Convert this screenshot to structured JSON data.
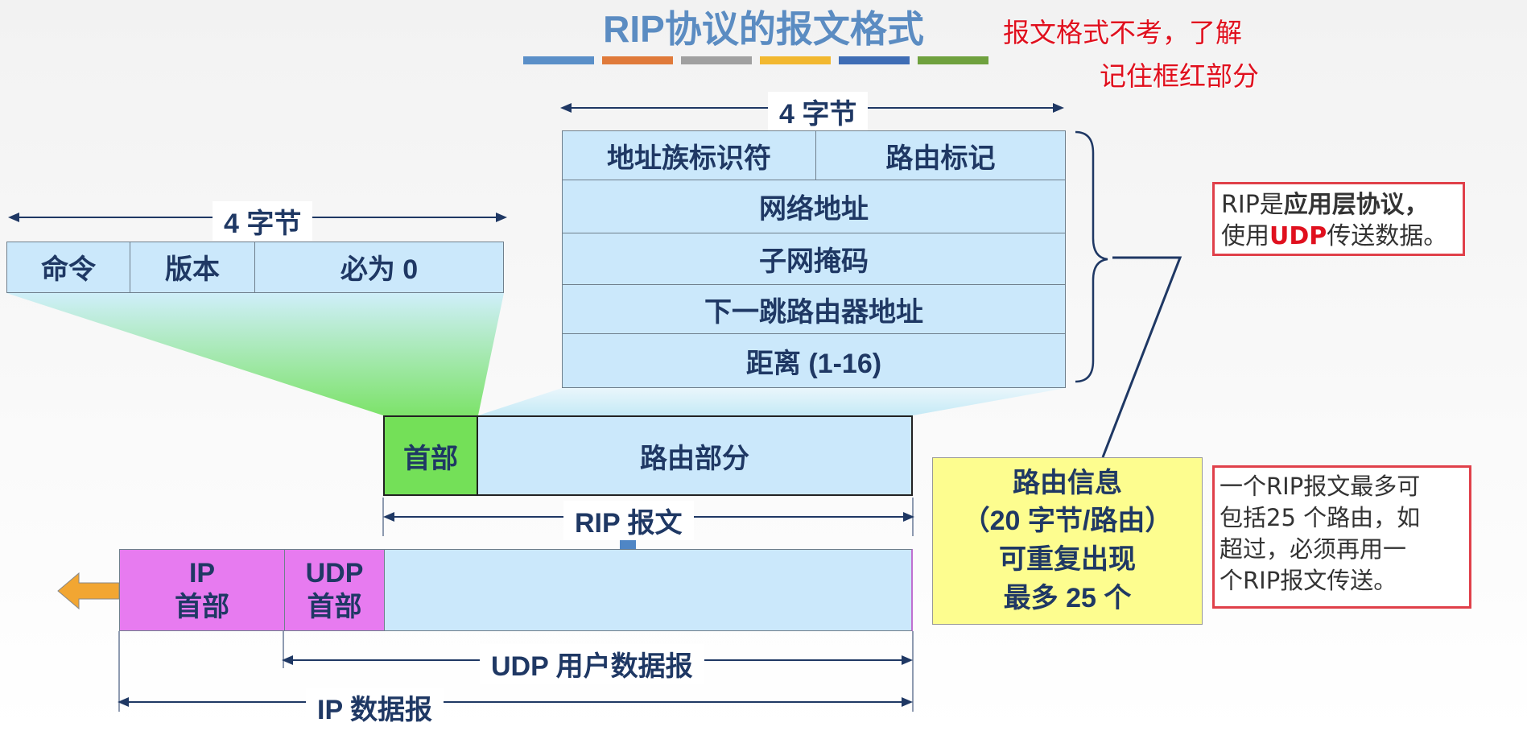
{
  "title": "RIP协议的报文格式",
  "stripe_colors": [
    "#5a8fc8",
    "#e07a3a",
    "#a0a0a0",
    "#f2b830",
    "#3f6db5",
    "#6fa13e"
  ],
  "note": {
    "line1": "报文格式不考，了解",
    "line2": "记住框红部分"
  },
  "header_fields": {
    "bytes_label": "4 字节",
    "command": "命令",
    "version": "版本",
    "must_zero": "必为 0"
  },
  "route_fields": {
    "bytes_label": "4 字节",
    "addr_family": "地址族标识符",
    "route_tag": "路由标记",
    "network_addr": "网络地址",
    "subnet_mask": "子网掩码",
    "next_hop": "下一跳路由器地址",
    "distance": "距离 (1-16)"
  },
  "rip_message": {
    "header": "首部",
    "routing": "路由部分",
    "label": "RIP 报文"
  },
  "ip_datagram": {
    "ip_header_1": "IP",
    "ip_header_2": "首部",
    "udp_header_1": "UDP",
    "udp_header_2": "首部",
    "udp_label": "UDP 用户数据报",
    "ip_label": "IP 数据报"
  },
  "route_info": {
    "line1": "路由信息",
    "line2": "（20 字节/路由）",
    "line3": "可重复出现",
    "line4": "最多 25 个"
  },
  "box_app_layer": {
    "pre": "RIP是",
    "bold": "应用层协议，",
    "line2_pre": "使用",
    "udp": "UDP",
    "line2_post": "传送数据。"
  },
  "box_max_routes": {
    "line1": "一个RIP报文最多可",
    "line2": "包括25 个路由，如",
    "line3": "超过，必须再用一",
    "line4": "个RIP报文传送。"
  }
}
